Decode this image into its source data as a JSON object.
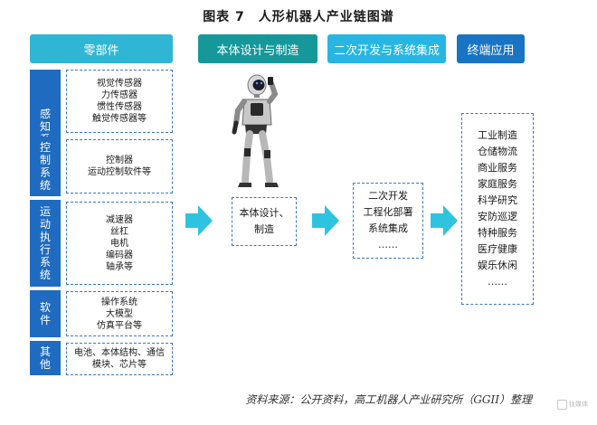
{
  "title": "图表 7　人形机器人产业链图谱",
  "headers": {
    "parts": "零部件",
    "design": "本体设计与制造",
    "integration": "二次开发与系统集成",
    "end": "终端应用"
  },
  "components": [
    {
      "category": "感知系统",
      "items": [
        "视觉传感器",
        "力传感器",
        "惯性传感器",
        "触觉传感器等"
      ]
    },
    {
      "category": "控制系统",
      "items": [
        "控制器",
        "运动控制软件等"
      ]
    },
    {
      "category": "运动执行系统",
      "items": [
        "减速器",
        "丝杠",
        "电机",
        "编码器",
        "轴承等"
      ]
    },
    {
      "category": "软件",
      "items": [
        "操作系统",
        "大模型",
        "仿真平台等"
      ]
    },
    {
      "category": "其他",
      "items": [
        "电池、本体结构、通信",
        "模块、芯片等"
      ]
    }
  ],
  "design_box": [
    "本体设计、",
    "制造"
  ],
  "integration_box": [
    "二次开发",
    "工程化部署",
    "系统集成",
    "……"
  ],
  "applications": [
    "工业制造",
    "仓储物流",
    "商业服务",
    "家庭服务",
    "科学研究",
    "安防巡逻",
    "特种服务",
    "医疗健康",
    "娱乐休闲",
    "……"
  ],
  "source": "资料来源：公开资料，高工机器人产业研究所（GGII）整理",
  "watermark": "钛媒体",
  "colors": {
    "parts": "#2fb6d5",
    "design": "#16989a",
    "integration": "#27b6e3",
    "end": "#1a74c4",
    "category": "#1f6bc0",
    "arrow": "#2ec4df"
  },
  "icons": {
    "arrow": "right-arrow-icon",
    "robot": "humanoid-robot-image"
  }
}
